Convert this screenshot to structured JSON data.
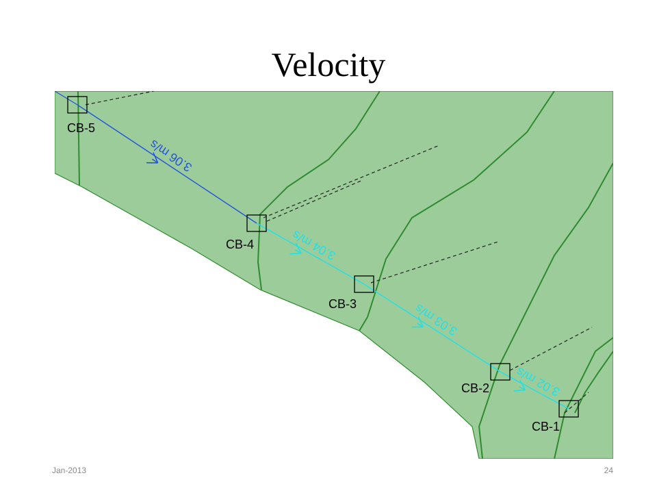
{
  "slide": {
    "title": "Velocity",
    "footer_date": "Jan-2013",
    "page_number": "24"
  },
  "colors": {
    "catchment_fill": "#9ccc9a",
    "boundary_green": "#2e8b2e",
    "pipe_upstream": "#2255dd",
    "pipe_downstream": "#22e0e8",
    "dashed_line": "#222222"
  },
  "diagram": {
    "nodes": [
      {
        "id": "CB-5",
        "label": "CB-5"
      },
      {
        "id": "CB-4",
        "label": "CB-4"
      },
      {
        "id": "CB-3",
        "label": "CB-3"
      },
      {
        "id": "CB-2",
        "label": "CB-2"
      },
      {
        "id": "CB-1",
        "label": "CB-1"
      }
    ],
    "links": [
      {
        "from": "CB-4",
        "to": "CB-5",
        "velocity": "3.06 m/s",
        "style": "upstream"
      },
      {
        "from": "CB-3",
        "to": "CB-4",
        "velocity": "3.04 m/s",
        "style": "downstream"
      },
      {
        "from": "CB-2",
        "to": "CB-3",
        "velocity": "3.03 m/s",
        "style": "downstream"
      },
      {
        "from": "CB-1",
        "to": "CB-2",
        "velocity": "3.02 m/s",
        "style": "downstream"
      }
    ]
  }
}
